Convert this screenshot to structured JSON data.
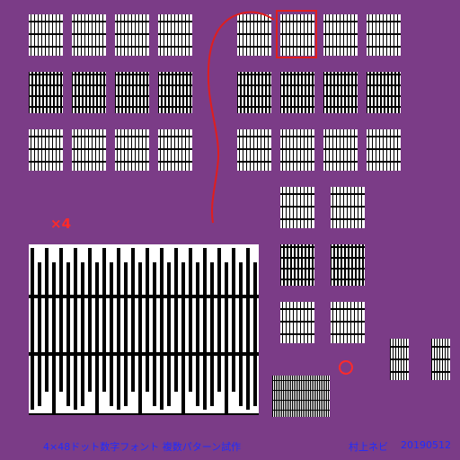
{
  "annotations": {
    "scale_label": "×4",
    "circle_label": "○"
  },
  "caption": {
    "title": "4×48ドット数字フォント 複数パターン試作",
    "author": "村上ネビ",
    "date": "20190512"
  },
  "colors": {
    "background": "#7b3c87",
    "annotation": "#ff2a2a",
    "caption_text": "#1e2cff"
  }
}
